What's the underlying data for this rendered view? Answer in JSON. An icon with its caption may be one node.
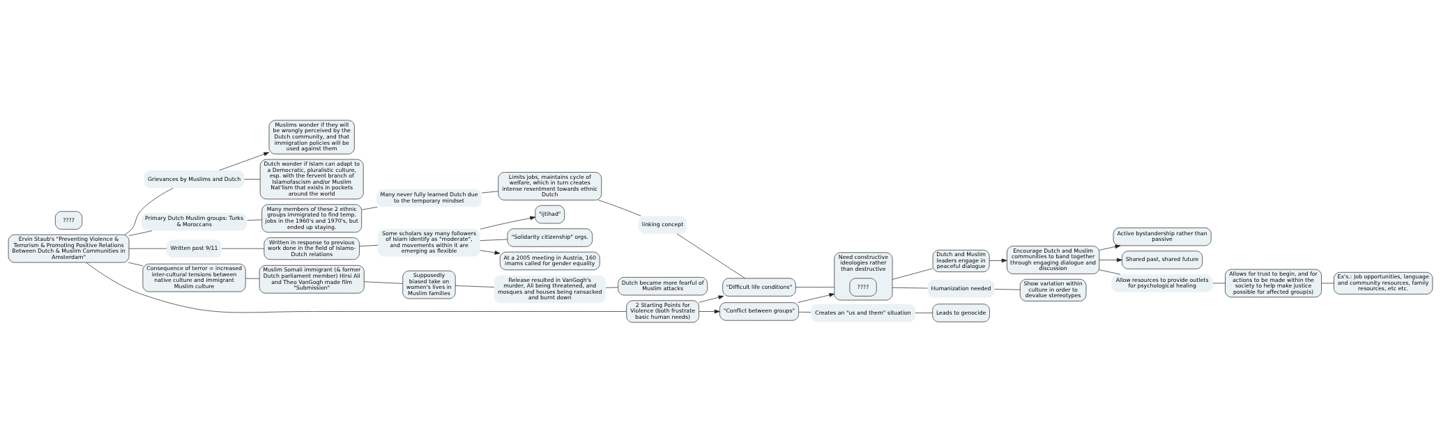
{
  "diagram": {
    "nodes": [
      {
        "text": [
          "Muslims wonder if they will be wrongly perceived by the Dutch community, and that immigration policies will be used against them"
        ]
      },
      {
        "text": [
          "????"
        ]
      },
      {
        "text": [
          "Grievances by Muslims and Dutch"
        ]
      },
      {
        "text": [
          "Primary Dutch Muslim groups: Turks & Moroccans"
        ]
      },
      {
        "text": [
          "Dutch wonder if Islam can adapt to a Democratic, pluralistic culture, esp. with the fervent branch of Islamofascism and/or Muslim Nat'lism that exists in pockets around the world"
        ]
      },
      {
        "text": [
          "Ervin Staub's \"Preventing Violence & Terrorism & Promoting Positive Relations Between Dutch & Muslim Communities in Amsterdam\""
        ]
      },
      {
        "text": [
          "Many members of these 2 ethnic groups immigrated to find temp. jobs in the 1960's and 1970's, but ended up staying."
        ]
      },
      {
        "text": [
          "Many never fully learned Dutch due to the temporary mindset"
        ]
      },
      {
        "text": [
          "Limits jobs, maintains cycle of welfare, which in turn creates intense resentment towards ethnic Dutch"
        ]
      },
      {
        "text": [
          "linking concept"
        ]
      },
      {
        "text": [
          "Written post 9/11"
        ]
      },
      {
        "text": [
          "Consequence of terror = increased inter-cultural tensions between native culture and immigrant Muslim culture"
        ]
      },
      {
        "text": [
          "2 Starting Points for Violence (both frustrate basic human needs)"
        ]
      },
      {
        "text": [
          "\"Difficult life conditions\""
        ]
      },
      {
        "text": [
          "\"Conflict between groups\""
        ]
      },
      {
        "text": [
          "Written in response to previous work done in the field of Islamo-Dutch relations"
        ]
      },
      {
        "text": [
          "Muslim Somali immigrant (& former Dutch parliament member) Hirsi Ali and Theo VanGogh made film \"Submission\""
        ]
      },
      {
        "text": [
          "Supposedly biased take on women's lives in Muslim families"
        ]
      },
      {
        "text": [
          "Creates an \"us and them\" situation"
        ]
      },
      {
        "text": [
          "Leads to genocide"
        ]
      },
      {
        "text": [
          "Some scholars say many followers of Islam identify as \"moderate\", and movements within it are emerging as flexible"
        ]
      },
      {
        "text": [
          "\"ijtihad\""
        ]
      },
      {
        "text": [
          "\"Solidarity citizenship\" orgs."
        ]
      },
      {
        "text": [
          "At a 2005 meeting in Austria, 160 imams called for gender equality"
        ]
      },
      {
        "text": [
          "Release resulted in VanGogh's murder, Ali being threatened, and mosques and houses being ransacked and burnt down"
        ]
      },
      {
        "text": [
          "Dutch became more fearful of Muslim attacks"
        ]
      },
      {
        "text": [
          "Active bystandership rather than passive"
        ]
      },
      {
        "text": [
          "Encourage Dutch and Muslim communities to band together through engaging dialogue and discussion"
        ]
      },
      {
        "text": [
          "Shared past, shared future"
        ]
      },
      {
        "text": [
          "Dutch and Muslim leaders engage in peaceful dialogue"
        ]
      },
      {
        "text": [
          "Need constructive ideologies rather than destructive"
        ]
      },
      {
        "text": [
          "????"
        ],
        "in": 30
      },
      {
        "text": [
          "Humanization needed"
        ]
      },
      {
        "text": [
          "Show variation within culture in order to devalue stereotypes"
        ]
      },
      {
        "text": [
          "Allow resources to provide outlets for psychological healing"
        ]
      },
      {
        "text": [
          "Allows for trust to begin, and for actions to be made within the society to help make justice possible for affected group(s)"
        ]
      },
      {
        "text": [
          "Ex's.: Job opportunities, language and community resources, family resources, etc etc."
        ]
      }
    ],
    "edges": [
      {
        "from": 5,
        "to": 2,
        "arrow": "none"
      },
      {
        "from": 2,
        "to": 0,
        "arrow": "to"
      },
      {
        "from": 2,
        "to": 4,
        "arrow": "none"
      },
      {
        "from": 5,
        "to": 3,
        "arrow": "none"
      },
      {
        "from": 3,
        "to": 6,
        "arrow": "none"
      },
      {
        "from": 6,
        "to": 7,
        "arrow": "none"
      },
      {
        "from": 7,
        "to": 8,
        "arrow": "none"
      },
      {
        "from": 8,
        "to": 9,
        "arrow": "none"
      },
      {
        "from": 9,
        "to": 13,
        "arrow": "none"
      },
      {
        "from": 5,
        "to": 10,
        "arrow": "none"
      },
      {
        "from": 10,
        "to": 15,
        "arrow": "none"
      },
      {
        "from": 5,
        "to": 11,
        "arrow": "none"
      },
      {
        "from": 11,
        "to": 16,
        "arrow": "none"
      },
      {
        "from": 16,
        "to": 17,
        "arrow": "none"
      },
      {
        "from": 17,
        "to": 24,
        "arrow": "none"
      },
      {
        "from": 24,
        "to": 25,
        "arrow": "none"
      },
      {
        "from": 5,
        "to": 12,
        "arrow": "none"
      },
      {
        "from": 12,
        "to": 13,
        "arrow": "to"
      },
      {
        "from": 12,
        "to": 14,
        "arrow": "to"
      },
      {
        "from": 13,
        "to": 30,
        "arrow": "none"
      },
      {
        "from": 14,
        "to": 30,
        "arrow": "to"
      },
      {
        "from": 14,
        "to": 18,
        "arrow": "none"
      },
      {
        "from": 18,
        "to": 19,
        "arrow": "none"
      },
      {
        "from": 15,
        "to": 20,
        "arrow": "none"
      },
      {
        "from": 20,
        "to": 21,
        "arrow": "to"
      },
      {
        "from": 20,
        "to": 22,
        "arrow": "none"
      },
      {
        "from": 20,
        "to": 23,
        "arrow": "to"
      },
      {
        "from": 30,
        "to": 29,
        "arrow": "none"
      },
      {
        "from": 29,
        "to": 27,
        "arrow": "to"
      },
      {
        "from": 27,
        "to": 26,
        "arrow": "to"
      },
      {
        "from": 27,
        "to": 28,
        "arrow": "to"
      },
      {
        "from": 27,
        "to": 34,
        "arrow": "none"
      },
      {
        "from": 34,
        "to": 35,
        "arrow": "none"
      },
      {
        "from": 35,
        "to": 36,
        "arrow": "none"
      },
      {
        "from": 30,
        "to": 32,
        "arrow": "none"
      },
      {
        "from": 32,
        "to": 33,
        "arrow": "none"
      }
    ]
  }
}
